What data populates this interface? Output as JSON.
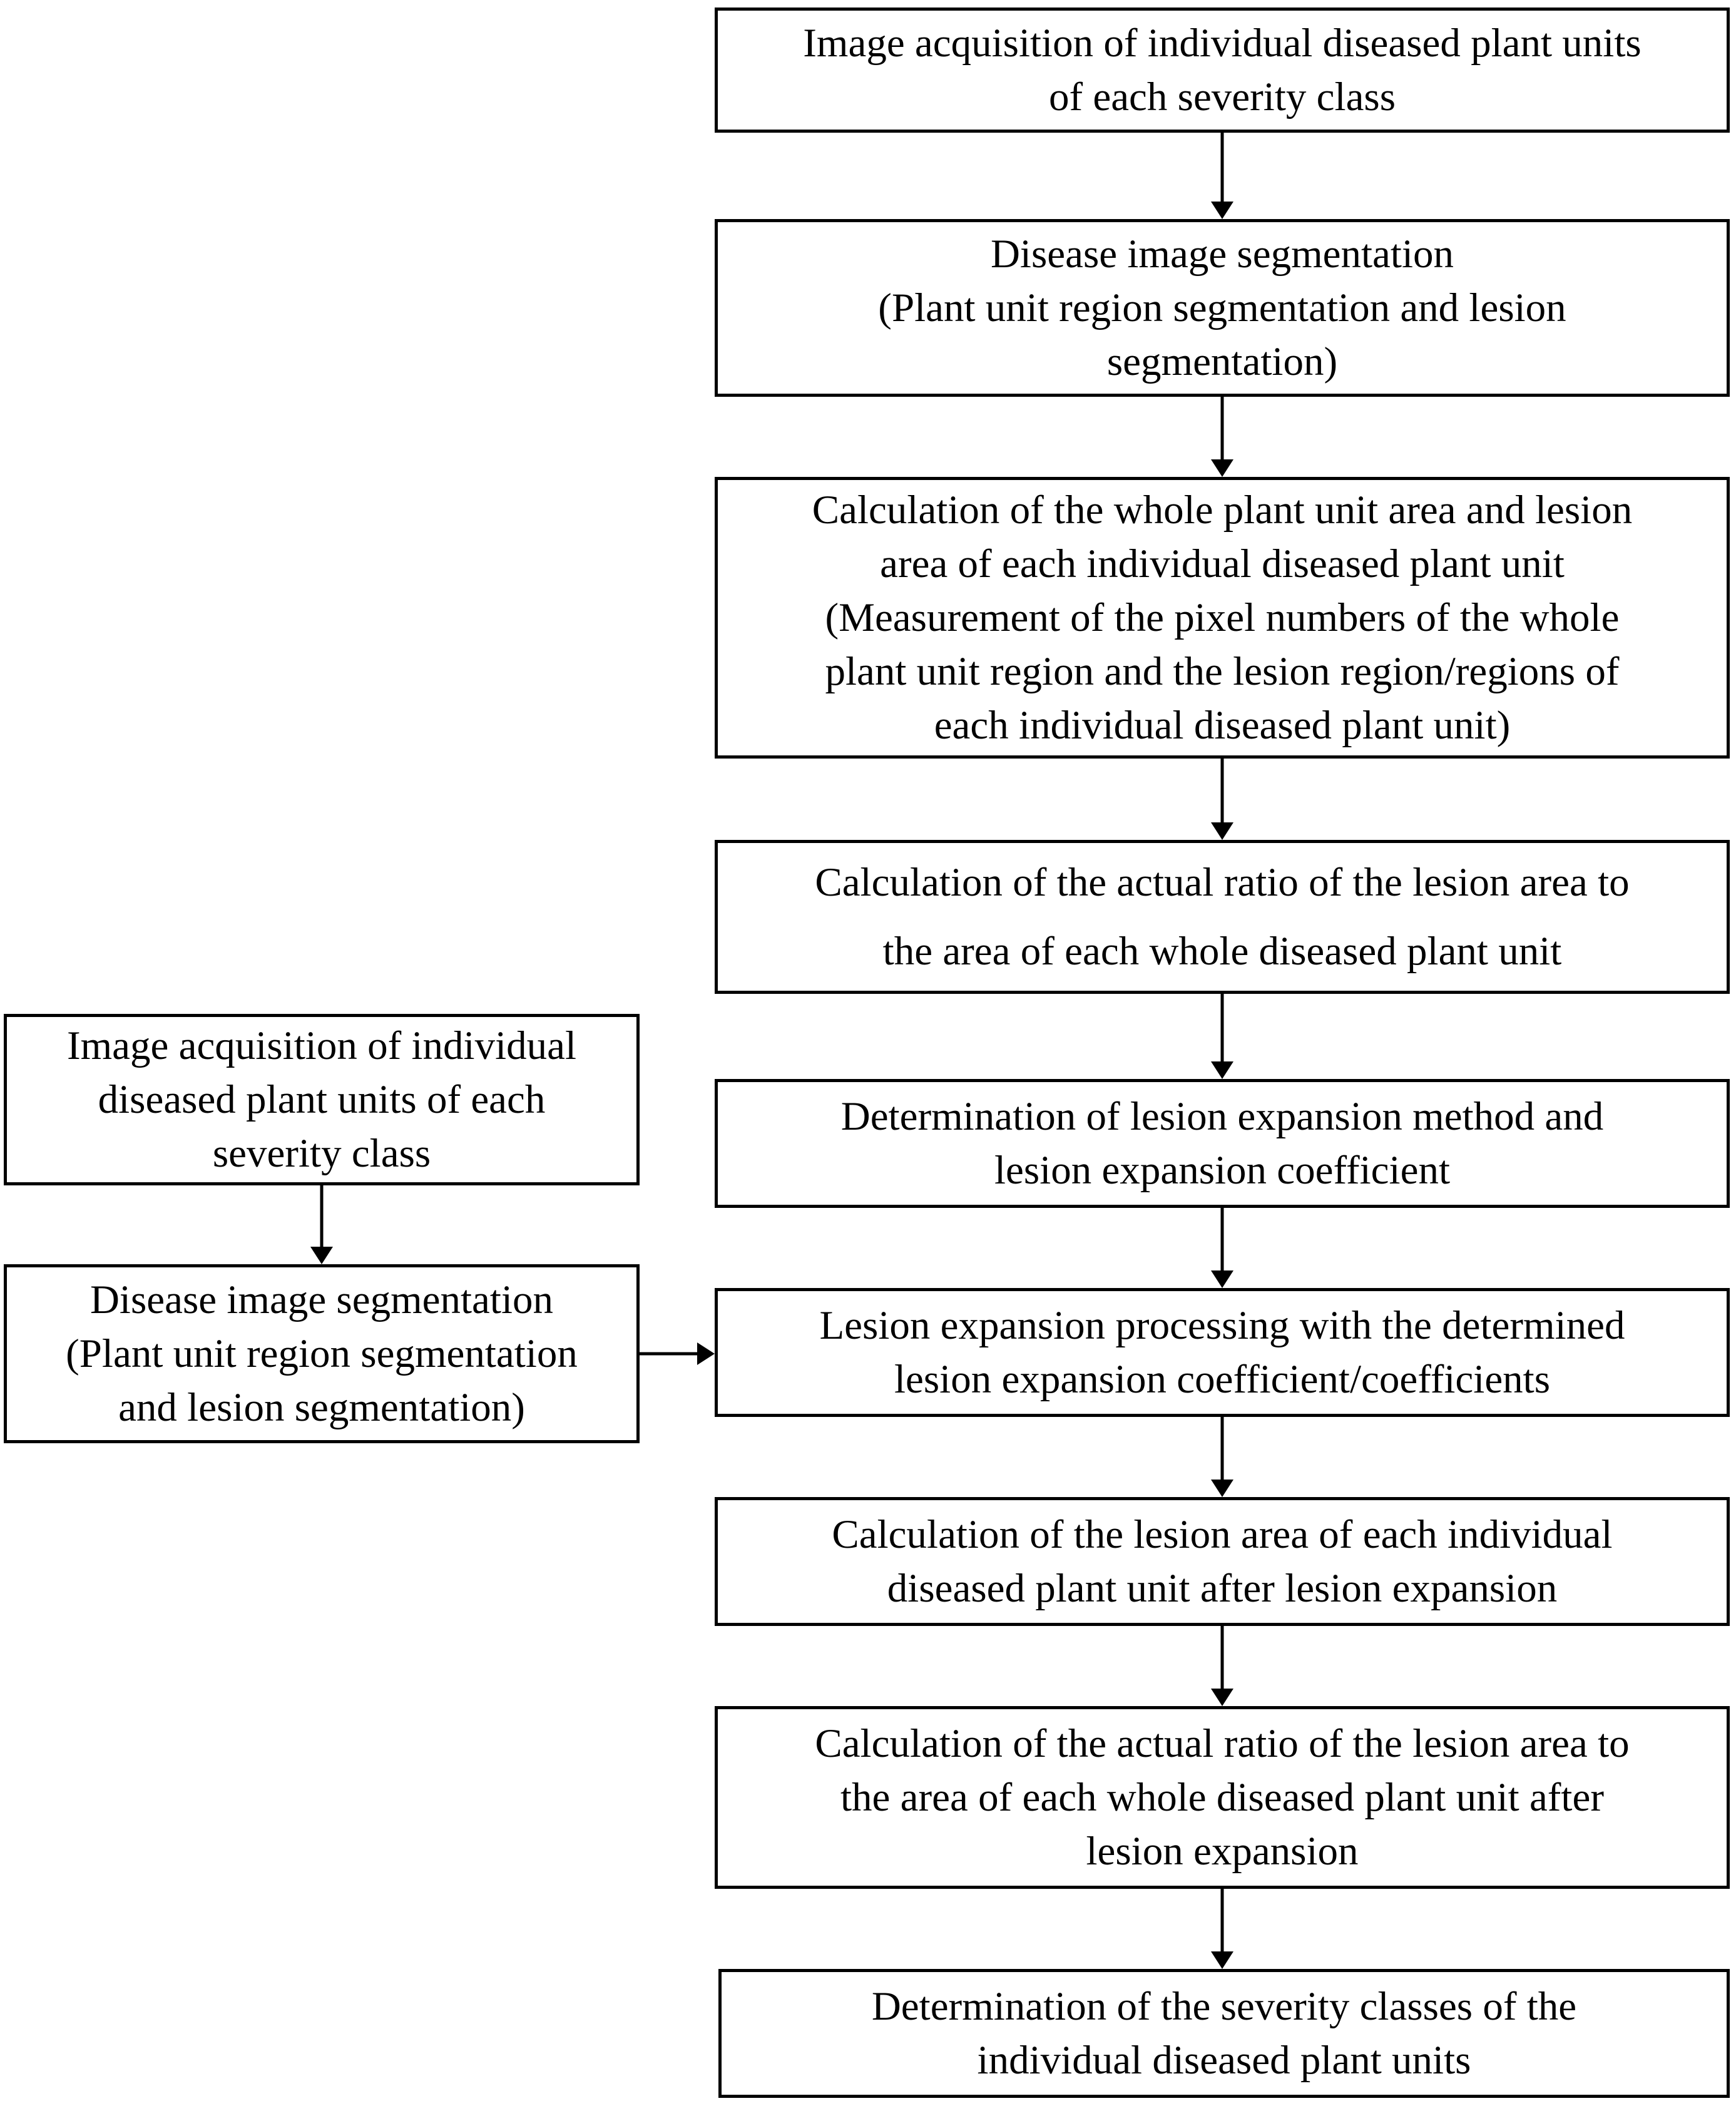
{
  "main_flow": [
    {
      "id": "r1",
      "lines": [
        "Image acquisition of individual diseased plant units",
        "of each severity class"
      ]
    },
    {
      "id": "r2",
      "lines": [
        "Disease image segmentation",
        "(Plant unit region segmentation and lesion",
        "segmentation)"
      ]
    },
    {
      "id": "r3",
      "lines": [
        "Calculation of the whole plant unit area and lesion",
        "area of each individual diseased plant unit",
        "(Measurement of the pixel numbers of the whole",
        "plant unit region and the lesion region/regions of",
        "each individual diseased plant unit)"
      ]
    },
    {
      "id": "r4",
      "lines": [
        "Calculation of the actual ratio of the lesion area to",
        "the area of each whole diseased plant unit"
      ]
    },
    {
      "id": "r5",
      "lines": [
        "Determination of lesion expansion method and",
        "lesion expansion coefficient"
      ]
    },
    {
      "id": "r6",
      "lines": [
        "Lesion expansion processing with the determined",
        "lesion expansion coefficient/coefficients"
      ]
    },
    {
      "id": "r7",
      "lines": [
        "Calculation of the lesion area of each individual",
        "diseased plant unit after lesion expansion"
      ]
    },
    {
      "id": "r8",
      "lines": [
        "Calculation of the actual ratio of the lesion area to",
        "the area of each whole diseased plant unit after",
        "lesion expansion"
      ]
    },
    {
      "id": "r9",
      "lines": [
        "Determination of the severity classes of the",
        "individual diseased plant units"
      ]
    }
  ],
  "side_flow": [
    {
      "id": "l1",
      "lines": [
        "Image acquisition of individual",
        "diseased plant units of each",
        "severity class"
      ]
    },
    {
      "id": "l2",
      "lines": [
        "Disease image segmentation",
        "(Plant unit region segmentation",
        "and lesion segmentation)"
      ]
    }
  ],
  "connections": [
    {
      "from": "r1",
      "to": "r2",
      "direction": "down"
    },
    {
      "from": "r2",
      "to": "r3",
      "direction": "down"
    },
    {
      "from": "r3",
      "to": "r4",
      "direction": "down"
    },
    {
      "from": "r4",
      "to": "r5",
      "direction": "down"
    },
    {
      "from": "r5",
      "to": "r6",
      "direction": "down"
    },
    {
      "from": "r6",
      "to": "r7",
      "direction": "down"
    },
    {
      "from": "r7",
      "to": "r8",
      "direction": "down"
    },
    {
      "from": "r8",
      "to": "r9",
      "direction": "down"
    },
    {
      "from": "l1",
      "to": "l2",
      "direction": "down"
    },
    {
      "from": "l2",
      "to": "r6",
      "direction": "right"
    }
  ],
  "colors": {
    "stroke": "#000000",
    "fill": "#ffffff",
    "text": "#000000"
  }
}
